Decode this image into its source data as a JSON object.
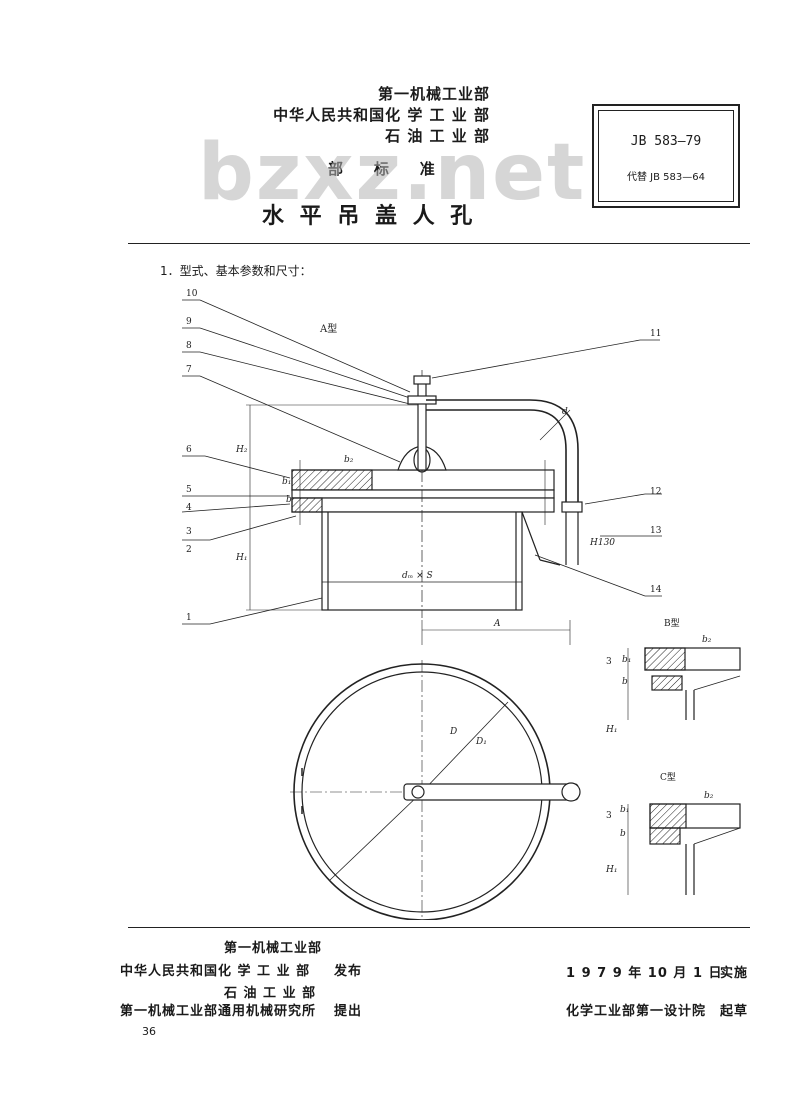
{
  "header": {
    "ministry_1": "第一机械工业部",
    "ministry_2": "中华人民共和国化 学 工 业 部",
    "ministry_3": "石 油 工 业 部",
    "standard_type": "部    标    准",
    "title": "水 平 吊 盖 人 孔"
  },
  "standard_box": {
    "number": "JB 583—79",
    "replaces": "代替 JB 583—64"
  },
  "watermark": "bzxz.net",
  "section_heading": "1．型式、基本参数和尺寸：",
  "drawing": {
    "type_a": "A型",
    "type_b": "B型",
    "type_c": "C型",
    "callouts": [
      "1",
      "2",
      "3",
      "4",
      "5",
      "6",
      "7",
      "8",
      "9",
      "10",
      "11",
      "12",
      "13",
      "14"
    ],
    "dim_h2": "H₂",
    "dim_h1": "H₁",
    "dim_b1": "b₁",
    "dim_b": "b",
    "dim_b2": "b₂",
    "dim_3": "3",
    "dim_d": "d",
    "dim_h130": "H130",
    "dim_dw": "dₘ × S",
    "dim_A": "A",
    "dim_D": "D",
    "dim_D1": "D₁"
  },
  "footer": {
    "issuer_1": "第一机械工业部",
    "issuer_2": "中华人民共和国化 学 工 业 部",
    "issued": "发布",
    "issuer_3": "石 油 工 业 部",
    "proposer": "第一机械工业部通用机械研究所",
    "proposed": "提出",
    "date": "1 9 7 9 年 10 月 1 日",
    "implement": "实施",
    "drafter": "化学工业部第一设计院",
    "drafted": "起草",
    "page_number": "36"
  }
}
